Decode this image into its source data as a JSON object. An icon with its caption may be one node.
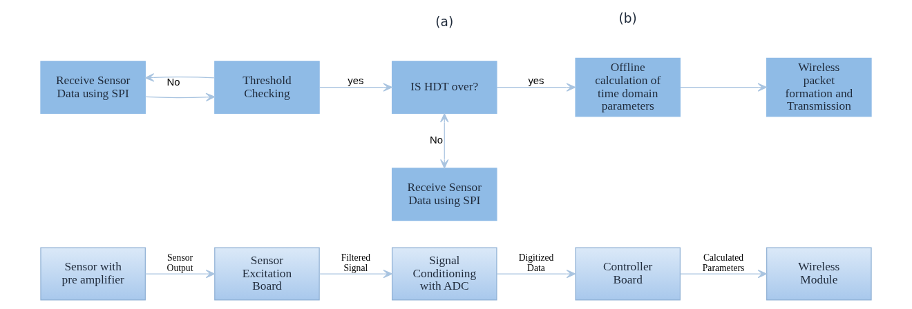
{
  "diagram": {
    "nodes": [
      {
        "text": [
          "Sensor with pre amplifier"
        ]
      },
      {
        "text": [
          "Sensor Excitation Board"
        ]
      },
      {
        "text": [
          "Signal Conditioning with ADC"
        ]
      },
      {
        "text": [
          "Controller Board"
        ]
      },
      {
        "text": [
          "Wireless Module"
        ]
      },
      {
        "text": [
          "Receive Sensor Data using SPI"
        ]
      },
      {
        "text": [
          "Threshold Checking"
        ]
      },
      {
        "text": [
          "IS HDT over?"
        ]
      },
      {
        "text": [
          "Offline calculation of time domain parameters"
        ]
      },
      {
        "text": [
          "Wireless packet formation and Transmission"
        ]
      },
      {
        "text": [
          "Receive Sensor Data using SPI"
        ]
      }
    ],
    "edges": [
      {
        "from": 0,
        "to": 1,
        "arrow": "to",
        "label": "Sensor Output"
      },
      {
        "from": 1,
        "to": 2,
        "arrow": "to",
        "label": "Filtered Signal"
      },
      {
        "from": 2,
        "to": 3,
        "arrow": "to",
        "label": "Digitized Data"
      },
      {
        "from": 3,
        "to": 4,
        "arrow": "to",
        "label": "Calculated Parameters"
      },
      {
        "from": 5,
        "to": 6,
        "arrow": "to"
      },
      {
        "from": 6,
        "to": 7,
        "arrow": "to",
        "label": "yes"
      },
      {
        "from": 7,
        "to": 8,
        "arrow": "to",
        "label": "yes"
      },
      {
        "from": 8,
        "to": 9,
        "arrow": "to"
      },
      {
        "from": 6,
        "to": 5,
        "arrow": "to",
        "label": "No"
      },
      {
        "from": 7,
        "to": 10,
        "arrow": "both",
        "label": "No"
      }
    ],
    "labels": [
      "(a)",
      "(b)"
    ]
  }
}
